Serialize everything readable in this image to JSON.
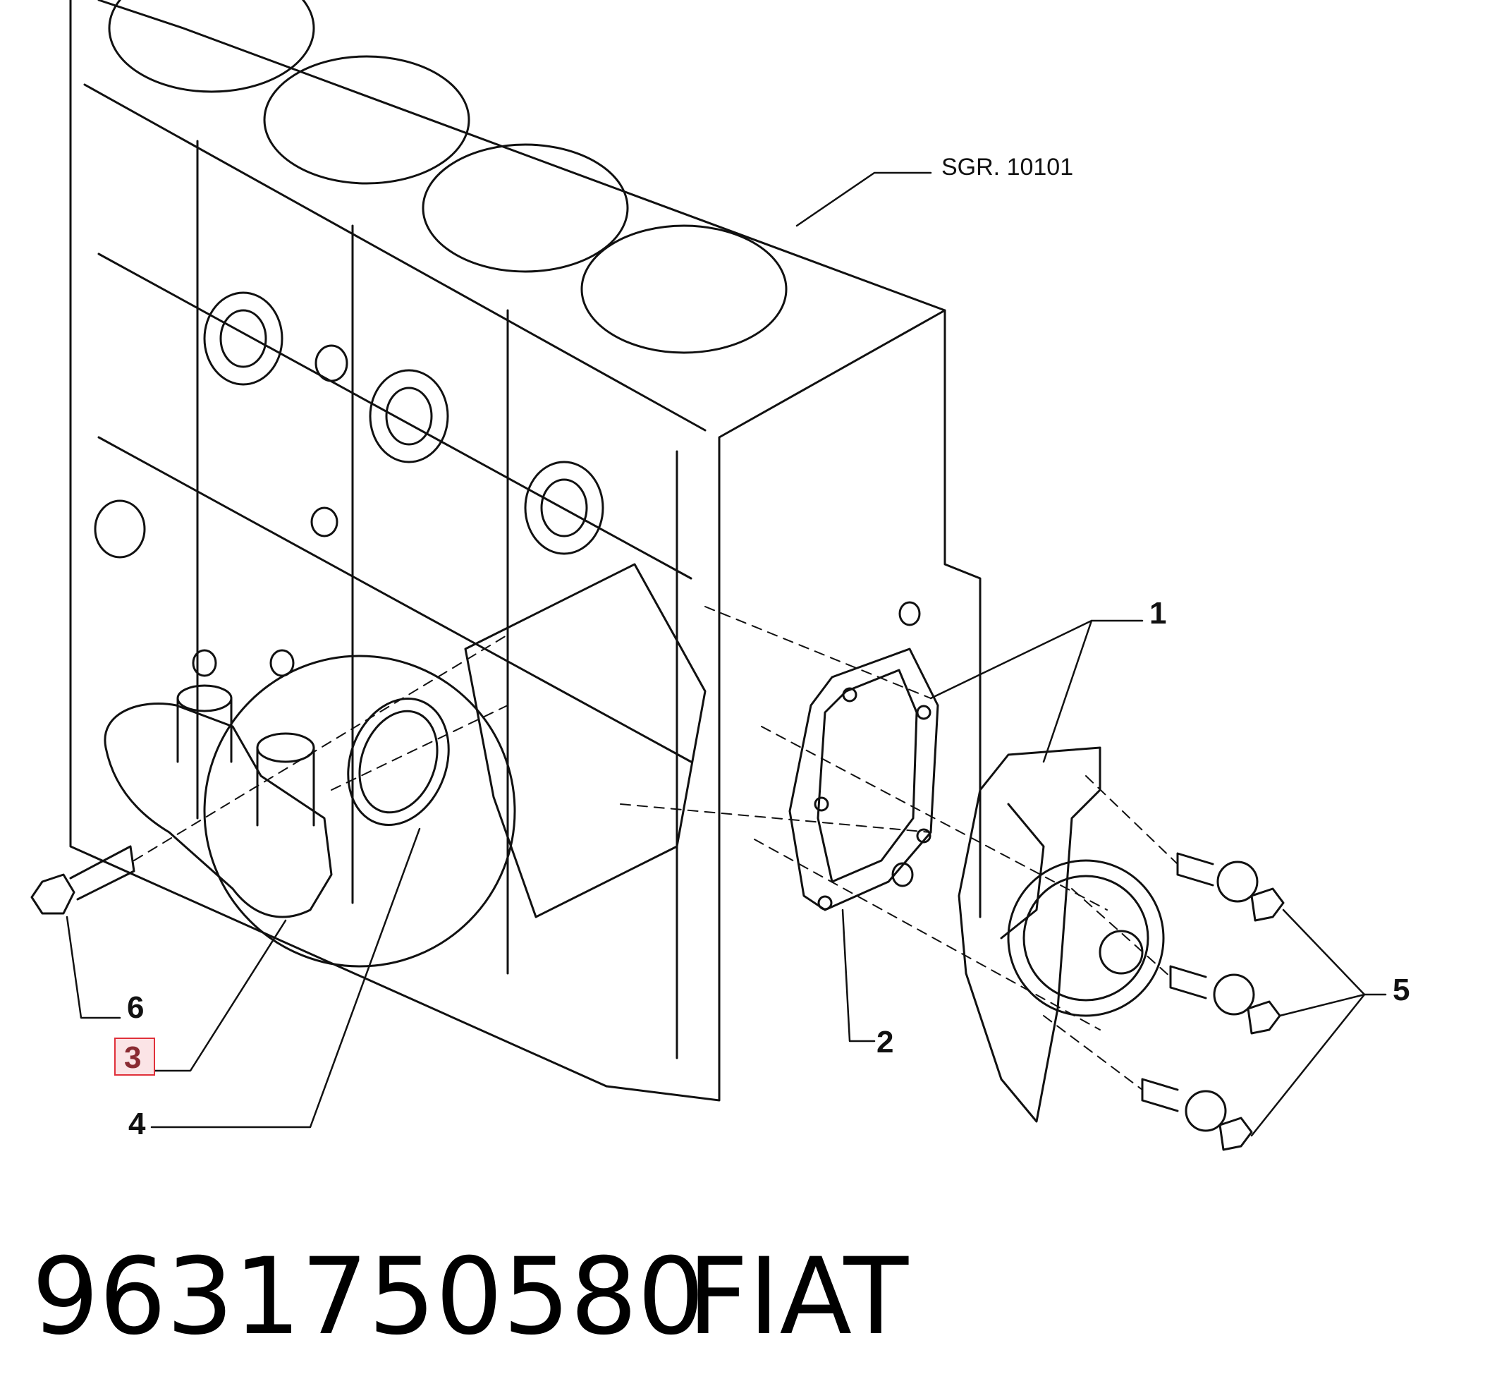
{
  "reference": "SGR. 10101",
  "callouts": [
    "1",
    "2",
    "3",
    "4",
    "5",
    "6"
  ],
  "highlighted_callout": "3",
  "part_number": "9631750580",
  "brand": "FIAT",
  "colors": {
    "line": "#111111",
    "highlight_border": "#e0303a",
    "highlight_fill": "#fbe4e6",
    "highlight_text": "#8a2a32"
  }
}
